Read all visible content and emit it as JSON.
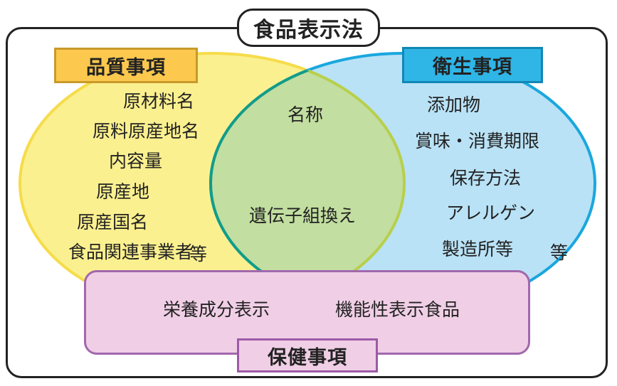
{
  "title": "食品表示法",
  "quality": {
    "label": "品質事項",
    "items": [
      "原材料名",
      "原料原産地名",
      "内容量",
      "原産地",
      "原産国名",
      "食品関連事業者"
    ],
    "etc": "等"
  },
  "hygiene": {
    "label": "衛生事項",
    "items": [
      "添加物",
      "賞味・消費期限",
      "保存方法",
      "アレルゲン",
      "製造所等"
    ],
    "etc": "等"
  },
  "overlap": {
    "items": [
      "名称",
      "遺伝子組換え"
    ]
  },
  "health": {
    "label": "保健事項",
    "items": [
      "栄養成分表示",
      "機能性表示食品"
    ]
  },
  "colors": {
    "quality_fill": "#fbf08f",
    "quality_stroke": "#f5dc4a",
    "hygiene_fill": "#b9e2f6",
    "hygiene_stroke": "#1aa7de",
    "overlap_fill": "#c2dea0",
    "overlap_stroke": "#119c8a",
    "health_fill": "#f0cfe6",
    "health_stroke": "#a268ad"
  }
}
